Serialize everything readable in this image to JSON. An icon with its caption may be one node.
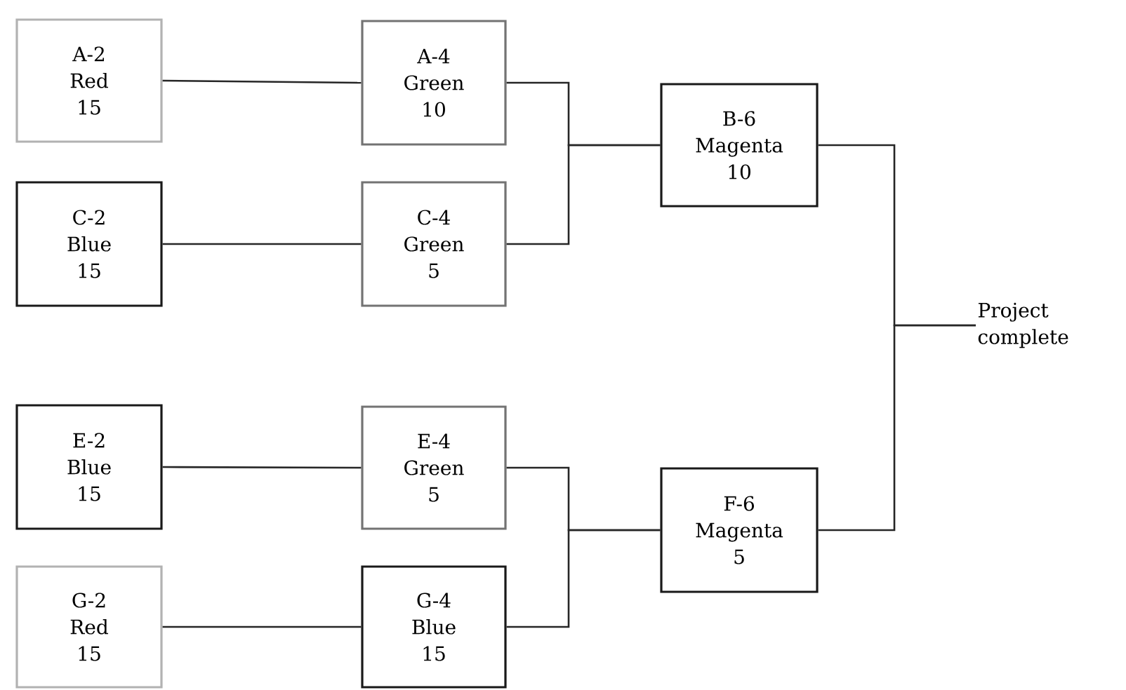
{
  "diagram": {
    "nodes": [
      {
        "text": [
          "A-2",
          "Red",
          "15"
        ]
      },
      {
        "text": [
          "A-4",
          "Green",
          "10"
        ]
      },
      {
        "text": [
          "C-2",
          "Blue",
          "15"
        ]
      },
      {
        "text": [
          "C-4",
          "Green",
          "5"
        ]
      },
      {
        "text": [
          "B-6",
          "Magenta",
          "10"
        ]
      },
      {
        "text": [
          "E-2",
          "Blue",
          "15"
        ]
      },
      {
        "text": [
          "E-4",
          "Green",
          "5"
        ]
      },
      {
        "text": [
          "G-2",
          "Red",
          "15"
        ]
      },
      {
        "text": [
          "G-4",
          "Blue",
          "15"
        ]
      },
      {
        "text": [
          "F-6",
          "Magenta",
          "5"
        ]
      },
      {
        "text": [
          "Project complete"
        ]
      }
    ],
    "edges": [
      {
        "from": 0,
        "to": 1,
        "arrow": "none"
      },
      {
        "from": 2,
        "to": 3,
        "arrow": "none"
      },
      {
        "from": 1,
        "to": 4,
        "arrow": "none"
      },
      {
        "from": 3,
        "to": 4,
        "arrow": "none"
      },
      {
        "from": 5,
        "to": 6,
        "arrow": "none"
      },
      {
        "from": 7,
        "to": 8,
        "arrow": "none"
      },
      {
        "from": 6,
        "to": 9,
        "arrow": "none"
      },
      {
        "from": 8,
        "to": 9,
        "arrow": "none"
      },
      {
        "from": 4,
        "to": 10,
        "arrow": "none"
      },
      {
        "from": 9,
        "to": 10,
        "arrow": "none"
      }
    ]
  }
}
